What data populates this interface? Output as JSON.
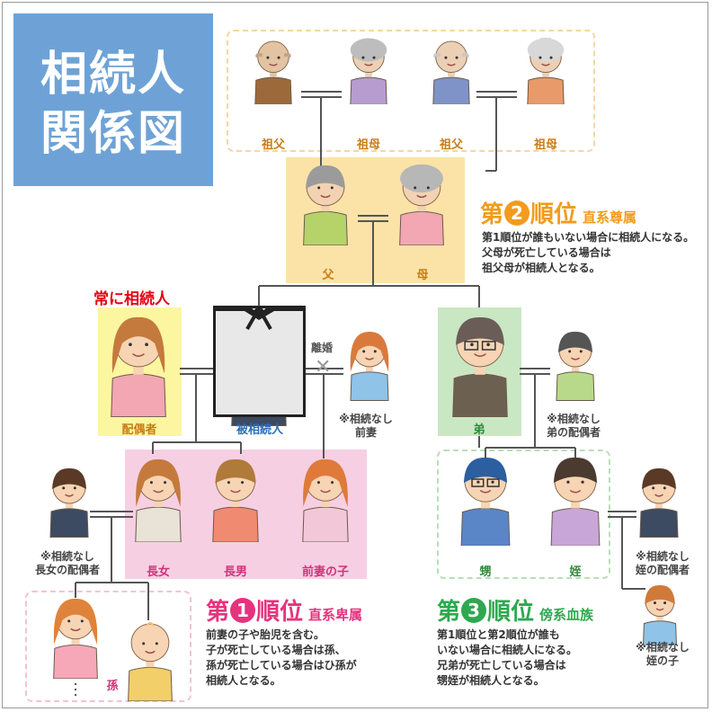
{
  "title": {
    "line1": "相続人",
    "line2": "関係図"
  },
  "labels": {
    "grandfather_paternal": "祖父",
    "grandmother_paternal": "祖母",
    "grandfather_maternal": "祖父",
    "grandmother_maternal": "祖母",
    "father": "父",
    "mother": "母",
    "spouse": "配偶者",
    "deceased": "被相続人",
    "ex_wife": "前妻",
    "brother": "弟",
    "brother_spouse": "弟の配偶者",
    "eldest_daughter_spouse": "長女の配偶者",
    "eldest_daughter": "長女",
    "eldest_son": "長男",
    "ex_wife_child": "前妻の子",
    "nephew": "甥",
    "niece": "姪",
    "niece_spouse": "姪の配偶者",
    "niece_child": "姪の子",
    "grandchild": "孫"
  },
  "markers": {
    "always_heir": "常に相続人",
    "divorce": "離婚",
    "not_heir": "※相続なし"
  },
  "rank2": {
    "prefix": "第",
    "num": "2",
    "suffix": "順位",
    "sub": "直系尊属",
    "notes": [
      "第1順位が誰もいない場合に相続人になる。",
      "父母が死亡している場合は",
      "祖父母が相続人となる。"
    ]
  },
  "rank1": {
    "prefix": "第",
    "num": "1",
    "suffix": "順位",
    "sub": "直系卑属",
    "notes": [
      "前妻の子や胎児を含む。",
      "子が死亡している場合は孫、",
      "孫が死亡している場合はひ孫が",
      "相続人となる。"
    ]
  },
  "rank3": {
    "prefix": "第",
    "num": "3",
    "suffix": "順位",
    "sub": "傍系血族",
    "notes": [
      "第1順位と第2順位が誰も",
      "いない場合に相続人になる。",
      "兄弟が死亡している場合は",
      "甥姪が相続人となる。"
    ]
  },
  "colors": {
    "title_bg": "#6ea2d6",
    "orange": "#f29b1d",
    "pink": "#e5337e",
    "green": "#2fa84f",
    "red": "#e60012",
    "parents_bg": "#fbe3a8",
    "spouse_bg": "#fdf6a0",
    "children_bg": "#f7cfe3",
    "brother_bg": "#c9e7c2"
  }
}
